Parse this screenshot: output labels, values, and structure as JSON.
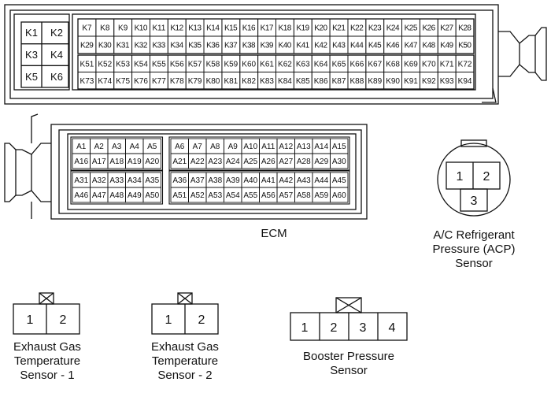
{
  "k_connector": {
    "big_pins": [
      "K1",
      "K2",
      "K3",
      "K4",
      "K5",
      "K6"
    ],
    "rows": [
      [
        "K7",
        "K8",
        "K9",
        "K10",
        "K11",
        "K12",
        "K13",
        "K14",
        "K15",
        "K16",
        "K17",
        "K18",
        "K19",
        "K20",
        "K21",
        "K22",
        "K23",
        "K24",
        "K25",
        "K26",
        "K27",
        "K28"
      ],
      [
        "K29",
        "K30",
        "K31",
        "K32",
        "K33",
        "K34",
        "K35",
        "K36",
        "K37",
        "K38",
        "K39",
        "K40",
        "K41",
        "K42",
        "K43",
        "K44",
        "K45",
        "K46",
        "K47",
        "K48",
        "K49",
        "K50"
      ],
      [
        "K51",
        "K52",
        "K53",
        "K54",
        "K55",
        "K56",
        "K57",
        "K58",
        "K59",
        "K60",
        "K61",
        "K62",
        "K63",
        "K64",
        "K65",
        "K66",
        "K67",
        "K68",
        "K69",
        "K70",
        "K71",
        "K72"
      ],
      [
        "K73",
        "K74",
        "K75",
        "K76",
        "K77",
        "K78",
        "K79",
        "K80",
        "K81",
        "K82",
        "K83",
        "K84",
        "K85",
        "K86",
        "K87",
        "K88",
        "K89",
        "K90",
        "K91",
        "K92",
        "K93",
        "K94"
      ]
    ]
  },
  "a_connector": {
    "left_rows": [
      [
        "A1",
        "A2",
        "A3",
        "A4",
        "A5"
      ],
      [
        "A16",
        "A17",
        "A18",
        "A19",
        "A20"
      ],
      [
        "A31",
        "A32",
        "A33",
        "A34",
        "A35"
      ],
      [
        "A46",
        "A47",
        "A48",
        "A49",
        "A50"
      ]
    ],
    "right_rows": [
      [
        "A6",
        "A7",
        "A8",
        "A9",
        "A10",
        "A11",
        "A12",
        "A13",
        "A14",
        "A15"
      ],
      [
        "A21",
        "A22",
        "A23",
        "A24",
        "A25",
        "A26",
        "A27",
        "A28",
        "A29",
        "A30"
      ],
      [
        "A36",
        "A37",
        "A38",
        "A39",
        "A40",
        "A41",
        "A42",
        "A43",
        "A44",
        "A45"
      ],
      [
        "A51",
        "A52",
        "A53",
        "A54",
        "A55",
        "A56",
        "A57",
        "A58",
        "A59",
        "A60"
      ]
    ]
  },
  "ecm_label": "ECM",
  "acp_sensor": {
    "pins": [
      "1",
      "2",
      "3"
    ],
    "label": "A/C Refrigerant\nPressure (ACP)\nSensor"
  },
  "egt_sensor_1": {
    "pins": [
      "1",
      "2"
    ],
    "label": "Exhaust Gas\nTemperature\nSensor - 1"
  },
  "egt_sensor_2": {
    "pins": [
      "1",
      "2"
    ],
    "label": "Exhaust Gas\nTemperature\nSensor - 2"
  },
  "booster_sensor": {
    "pins": [
      "1",
      "2",
      "3",
      "4"
    ],
    "label": "Booster Pressure\nSensor"
  }
}
